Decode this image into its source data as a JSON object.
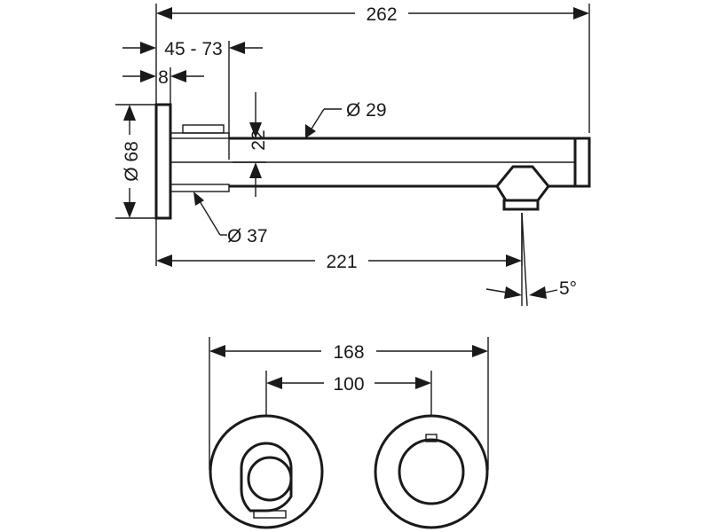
{
  "dimensions": {
    "overall_length": "262",
    "wall_offset": "45 - 73",
    "plate_thickness": "8",
    "spout_diameter": "Ø 29",
    "spout_height": "22",
    "plate_diameter": "Ø 68",
    "sleeve_diameter": "Ø 37",
    "projection": "221",
    "outlet_angle": "5°",
    "plate_spacing_outer": "168",
    "plate_spacing_centers": "100"
  }
}
